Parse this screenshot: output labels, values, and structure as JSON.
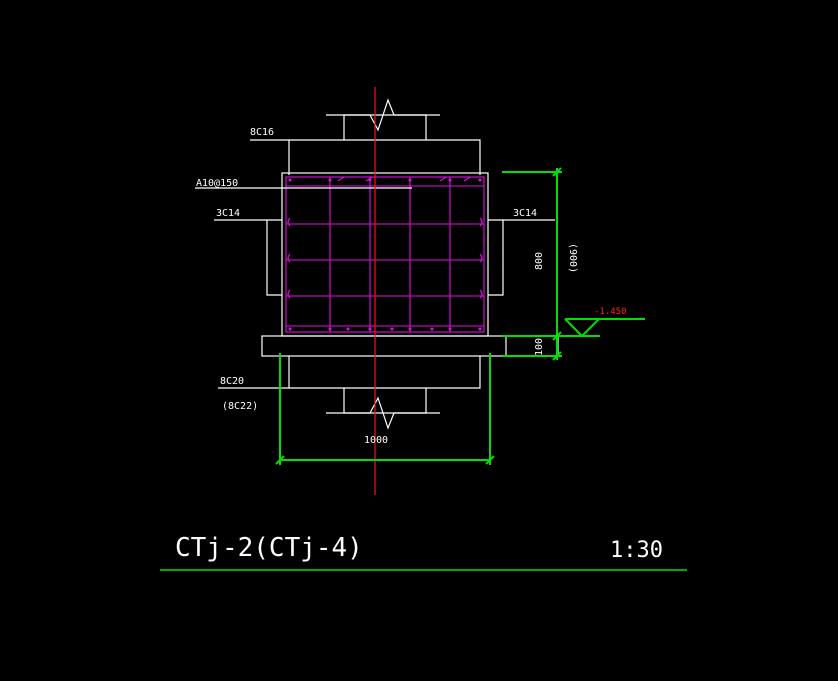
{
  "labels": {
    "top_bars": "8C16",
    "stirrup": "A10@150",
    "side_left": "3C14",
    "side_right": "3C14",
    "bottom_bars": "8C20",
    "bottom_bars_alt": "(8C22)",
    "dim_width": "1000",
    "dim_height": "800",
    "dim_height_alt": "(900)",
    "dim_pad": "100",
    "elevation": "-1.450"
  },
  "title": {
    "name": "CTj-2(CTj-4)",
    "scale": "1:30"
  },
  "colors": {
    "background": "#000000",
    "outline": "#ffffff",
    "rebar": "#e010e0",
    "dimension": "#00e000",
    "centerline": "#ff1010",
    "elevation": "#ff2020"
  }
}
